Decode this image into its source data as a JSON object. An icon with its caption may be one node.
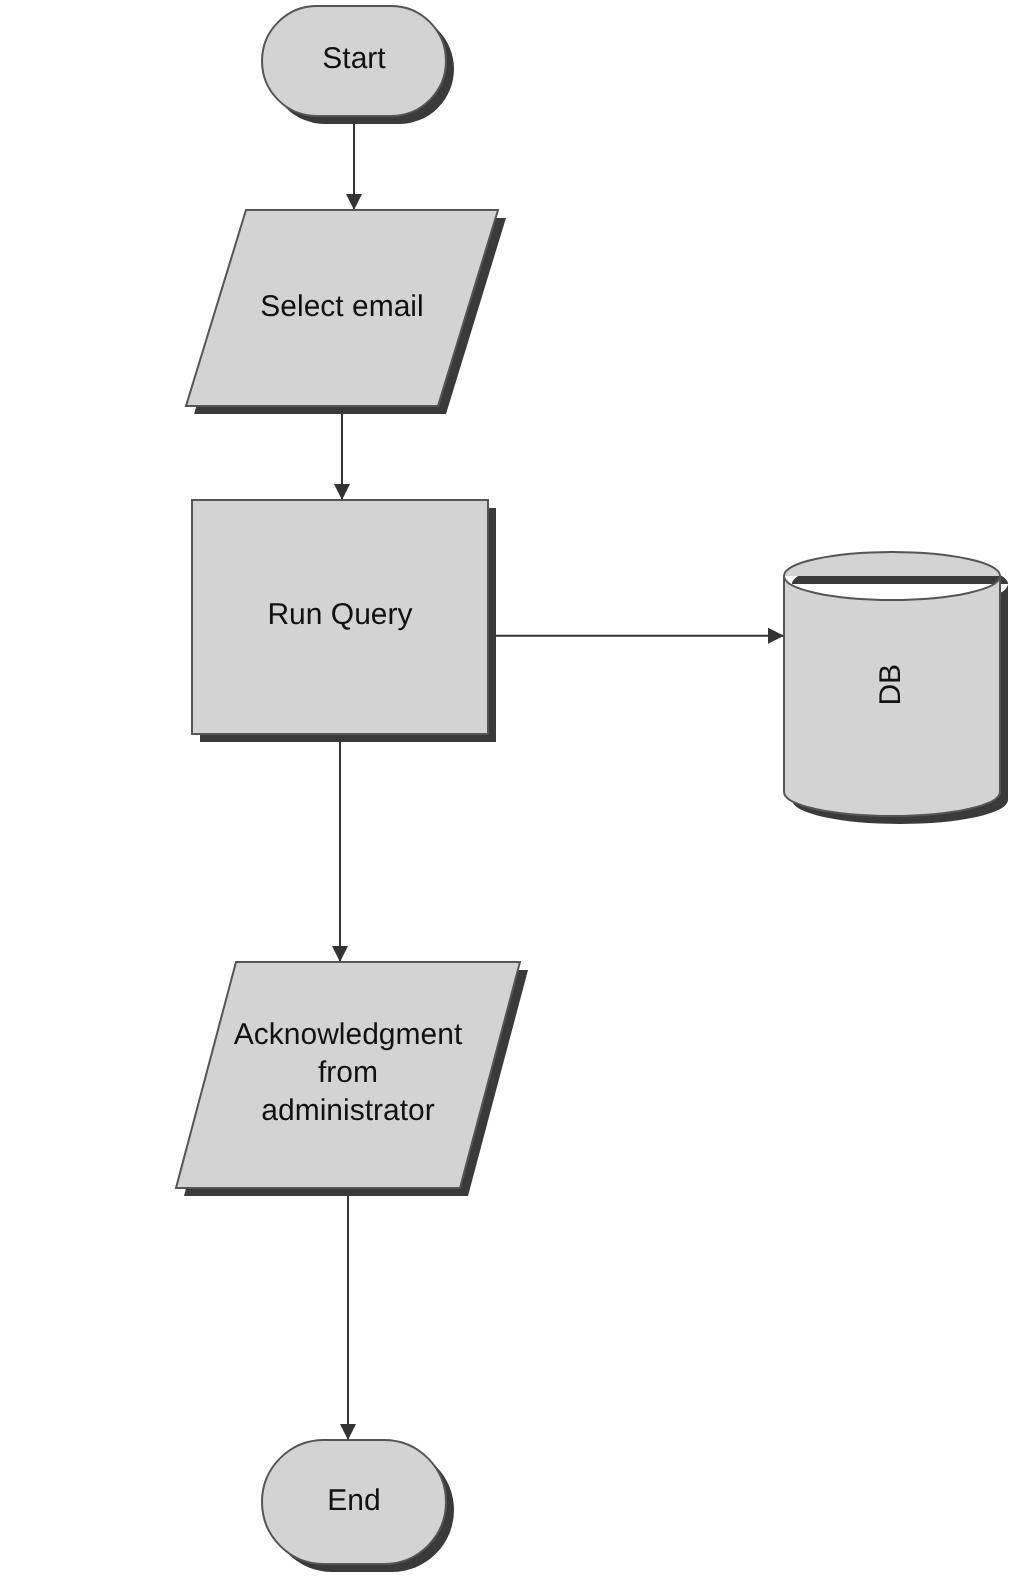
{
  "diagram": {
    "nodes": [
      {
        "text": [
          "Start"
        ]
      },
      {
        "text": [
          "Select email"
        ]
      },
      {
        "text": [
          "Run Query"
        ]
      },
      {
        "text": [
          "DB"
        ]
      },
      {
        "text": [
          "Acknowledgment from administrator"
        ]
      },
      {
        "text": [
          "End"
        ]
      }
    ],
    "edges": [
      {
        "from": 0,
        "to": 1,
        "arrow": "to"
      },
      {
        "from": 1,
        "to": 2,
        "arrow": "to"
      },
      {
        "from": 2,
        "to": 3,
        "arrow": "to"
      },
      {
        "from": 2,
        "to": 4,
        "arrow": "to"
      },
      {
        "from": 4,
        "to": 5,
        "arrow": "to"
      }
    ]
  }
}
